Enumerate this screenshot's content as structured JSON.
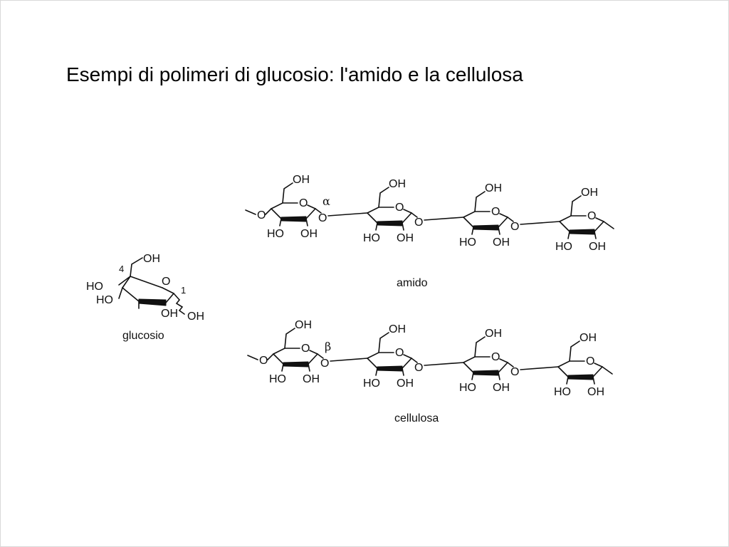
{
  "slide": {
    "title": "Esempi di polimeri di glucosio: l'amido e la cellulosa"
  },
  "diagram": {
    "glucose": {
      "caption": "glucosio",
      "ch2oh": "OH",
      "ring_o": "O",
      "c4_number": "4",
      "c1_number": "1",
      "ho_c4": "HO",
      "ho_c3": "HO",
      "oh_c2": "OH",
      "oh_c1": "OH"
    },
    "starch": {
      "caption": "amido",
      "alpha": "α",
      "start_o": "O",
      "units": [
        {
          "ch2oh": "OH",
          "ring_o": "O",
          "ho": "HO",
          "oh": "OH",
          "link_o": "O"
        },
        {
          "ch2oh": "OH",
          "ring_o": "O",
          "ho": "HO",
          "oh": "OH",
          "link_o": "O"
        },
        {
          "ch2oh": "OH",
          "ring_o": "O",
          "ho": "HO",
          "oh": "OH",
          "link_o": "O"
        },
        {
          "ch2oh": "OH",
          "ring_o": "O",
          "ho": "HO",
          "oh": "OH"
        }
      ]
    },
    "cellulose": {
      "caption": "cellulosa",
      "beta": "β",
      "start_o": "O",
      "units": [
        {
          "ch2oh": "OH",
          "ring_o": "O",
          "ho": "HO",
          "oh": "OH",
          "link_o": "O"
        },
        {
          "ch2oh": "OH",
          "ring_o": "O",
          "ho": "HO",
          "oh": "OH",
          "link_o": "O"
        },
        {
          "ch2oh": "OH",
          "ring_o": "O",
          "ho": "HO",
          "oh": "OH",
          "link_o": "O"
        },
        {
          "ch2oh": "OH",
          "ring_o": "O",
          "ho": "HO",
          "oh": "OH"
        }
      ]
    }
  }
}
